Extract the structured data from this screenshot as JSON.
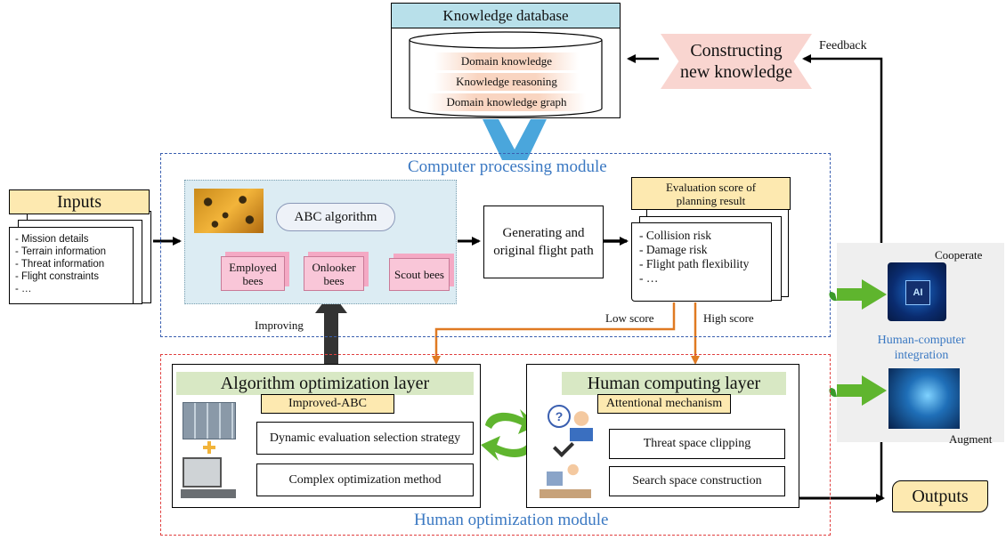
{
  "knowledge_db": {
    "title": "Knowledge database",
    "items": [
      "Domain knowledge",
      "Knowledge reasoning",
      "Domain knowledge graph"
    ]
  },
  "constructing": {
    "line1": "Constructing",
    "line2": "new knowledge"
  },
  "feedback_label": "Feedback",
  "computer_module": {
    "title": "Computer processing module"
  },
  "human_module": {
    "title": "Human optimization module"
  },
  "inputs": {
    "title": "Inputs",
    "items": [
      "- Mission details",
      "- Terrain information",
      "- Threat information",
      "- Flight constraints",
      "- …"
    ]
  },
  "abc": {
    "algorithm": "ABC algorithm",
    "bees": [
      "Employed bees",
      "Onlooker bees",
      "Scout bees"
    ]
  },
  "generating": {
    "line1": "Generating and",
    "line2": "original flight path"
  },
  "evaluation": {
    "title_line1": "Evaluation score of",
    "title_line2": "planning result",
    "items": [
      "- Collision risk",
      "- Damage risk",
      "- Flight path flexibility",
      "- …"
    ]
  },
  "labels": {
    "low_score": "Low score",
    "high_score": "High score",
    "improving": "Improving",
    "cooperate": "Cooperate",
    "augment": "Augment",
    "hci_line1": "Human-computer",
    "hci_line2": "integration",
    "outputs": "Outputs",
    "ai_chip": "AI"
  },
  "algo_layer": {
    "title": "Algorithm optimization layer",
    "subtitle": "Improved-ABC",
    "items": [
      "Dynamic evaluation selection strategy",
      "Complex optimization method"
    ]
  },
  "human_layer": {
    "title": "Human computing layer",
    "subtitle": "Attentional mechanism",
    "items": [
      "Threat space clipping",
      "Search space construction"
    ]
  },
  "colors": {
    "module_blue": "#3a78c2",
    "red_arrow": "#d93a2b",
    "orange_arrow": "#e07a22",
    "green_band": "#d8e8c4",
    "yellow": "#fde9b0",
    "pink": "#f9c6d8",
    "db_header": "#b8e0ea",
    "arrow_green": "#5fb52e"
  }
}
